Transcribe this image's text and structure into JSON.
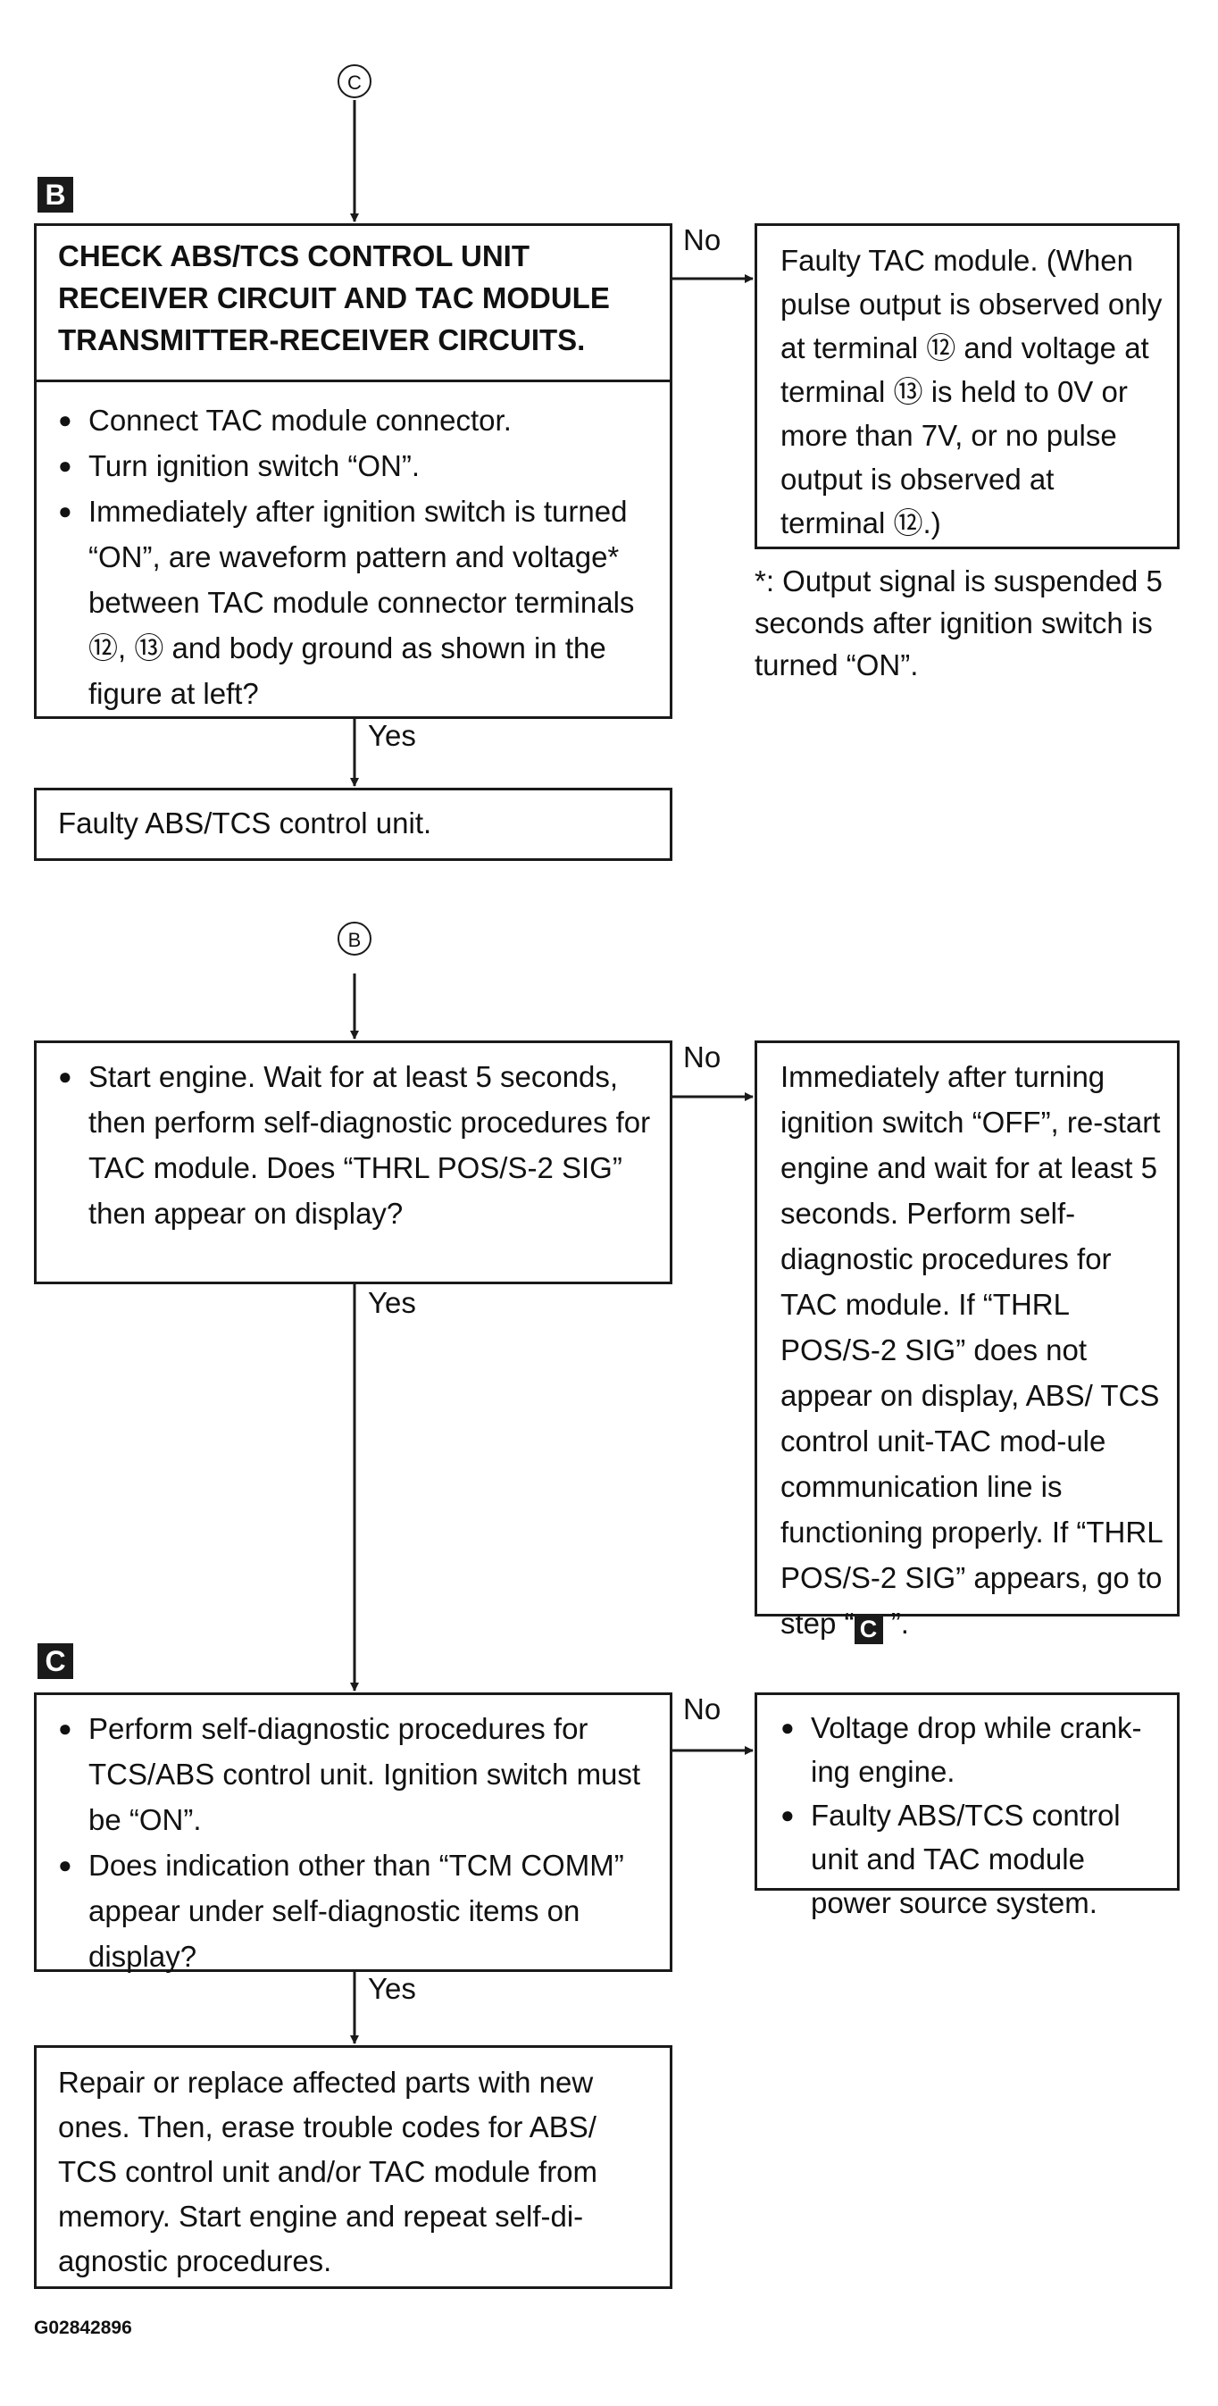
{
  "connectors": {
    "top_c": "C",
    "mid_b": "B",
    "step_b": "B",
    "step_c": "C",
    "inline_c": "C"
  },
  "step1": {
    "title": "CHECK ABS/TCS CONTROL UNIT RECEIVER CIRCUIT AND TAC MODULE TRANSMITTER-RECEIVER CIRCUITS.",
    "items": [
      "Connect TAC module connector.",
      "Turn ignition switch “ON”.",
      "Immediately after ignition switch is turned “ON”, are waveform pattern and voltage* between TAC module connector terminals ⑫, ⑬ and body ground as shown in the figure at left?"
    ],
    "no_label": "No",
    "no_result": "Faulty TAC module. (When pulse output is observed only at terminal ⑫ and voltage at terminal ⑬ is held to 0V or more than 7V, or no pulse output is observed at terminal ⑫.)",
    "note": "*: Output signal is suspended 5 seconds after ignition switch is turned “ON”.",
    "yes_label": "Yes",
    "yes_result": "Faulty ABS/TCS control unit."
  },
  "step2": {
    "items": [
      "Start engine. Wait for at least 5 seconds, then perform self-diagnostic procedures for TAC module. Does “THRL POS/S-2 SIG” then appear on display?"
    ],
    "no_label": "No",
    "no_result_before": "Immediately after turning ignition switch “OFF”, re-start engine and wait for at least 5 seconds. Perform self-diagnostic procedures for TAC module. If “THRL POS/S-2 SIG” does not appear on display, ABS/ TCS control unit-TAC mod-ule communication line is functioning properly. If “THRL POS/S-2 SIG” appears, go to step “",
    "no_result_after": " ”.",
    "yes_label": "Yes"
  },
  "step3": {
    "items": [
      "Perform self-diagnostic procedures for TCS/ABS control unit. Ignition switch must be “ON”.",
      "Does indication other than “TCM COMM” appear under self-diagnostic items on display?"
    ],
    "no_label": "No",
    "no_items": [
      "Voltage drop while crank-ing engine.",
      "Faulty ABS/TCS control unit and TAC module power source system."
    ],
    "yes_label": "Yes",
    "yes_result": "Repair or replace affected parts with new ones. Then, erase trouble codes for ABS/ TCS control unit and/or TAC module from memory. Start engine and repeat self-di-agnostic procedures."
  },
  "figure_id": "G02842896"
}
